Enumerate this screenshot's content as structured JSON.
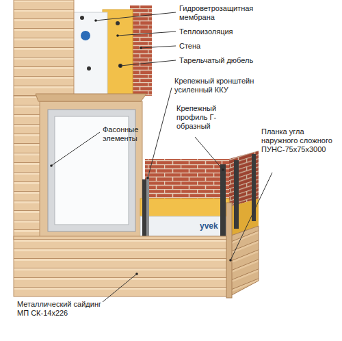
{
  "diagram": {
    "labels": [
      "Гидроветрозащитная мембрана",
      "Теплоизоляция",
      "Стена",
      "Тарельчатый дюбель",
      "Крепежный кронштейн усиленный ККУ",
      "Крепежный профиль Г-образный",
      "Фасонные элементы",
      "Планка угла наружного сложного ПУНС-75х75х3000",
      "Металлический сайдинг МП СК-14х226",
      "yvek"
    ]
  }
}
